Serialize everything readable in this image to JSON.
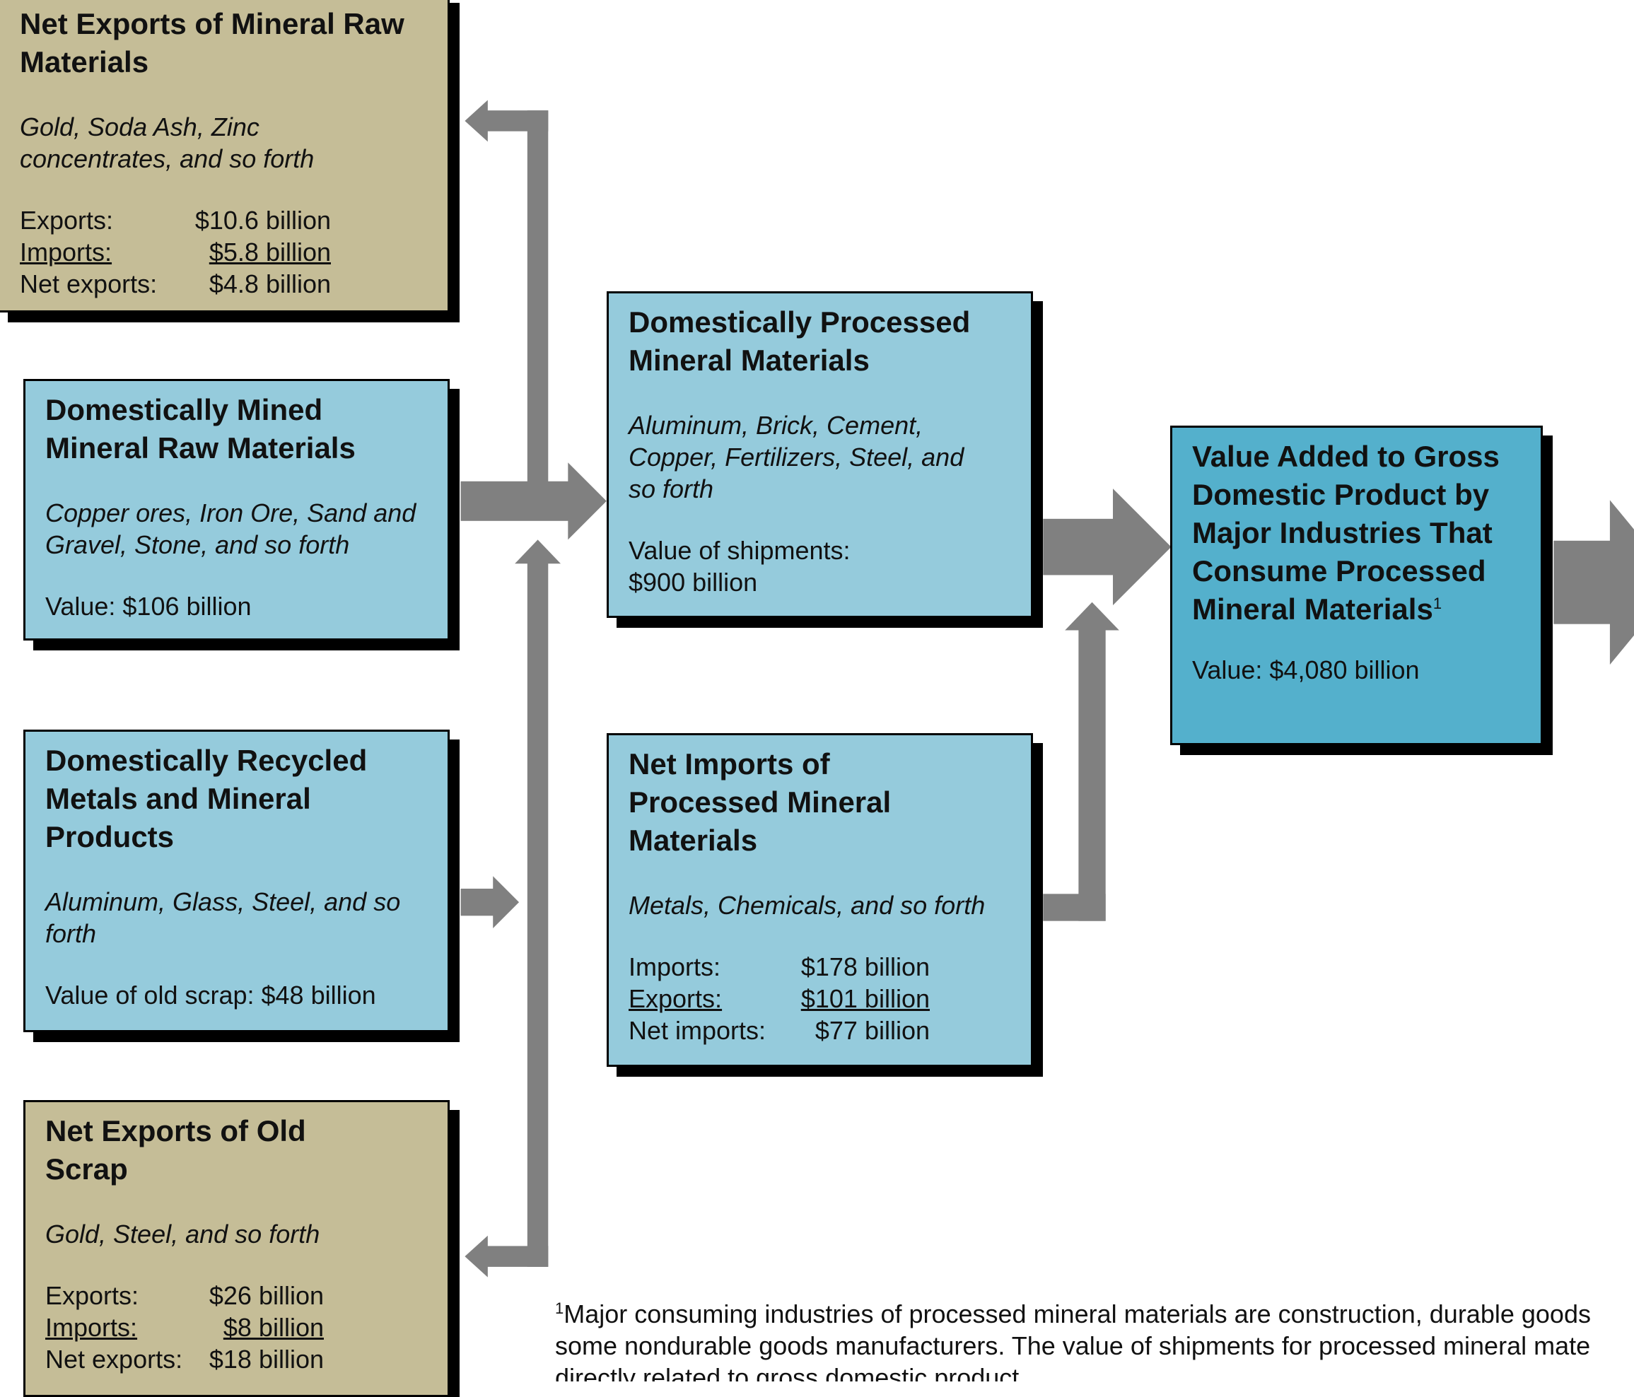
{
  "boxes": {
    "net_exports_raw": {
      "title": "Net Exports of Mineral Raw Materials",
      "desc": "Gold, Soda Ash, Zinc concentrates, and so forth",
      "rows": [
        {
          "label": "Exports:",
          "value": "$10.6 billion"
        },
        {
          "label": "Imports:",
          "value": "$5.8 billion"
        },
        {
          "label": "Net exports:",
          "value": "$4.8 billion"
        }
      ]
    },
    "domestic_mined": {
      "title": "Domestically Mined Mineral Raw Materials",
      "desc": "Copper ores, Iron Ore, Sand and Gravel, Stone, and so forth",
      "value_text": "Value:  $106 billion"
    },
    "domestic_recycled": {
      "title": "Domestically Recycled Metals and Mineral Products",
      "desc": "Aluminum, Glass, Steel, and so forth",
      "value_text": "Value of old scrap:  $48 billion"
    },
    "net_exports_scrap": {
      "title": "Net Exports of Old Scrap",
      "desc": "Gold, Steel, and so forth",
      "rows": [
        {
          "label": "Exports:",
          "value": "$26 billion"
        },
        {
          "label": "Imports:",
          "value": "$8 billion"
        },
        {
          "label": "Net exports:",
          "value": "$18 billion"
        }
      ]
    },
    "domestic_processed": {
      "title": "Domestically Processed Mineral Materials",
      "desc": "Aluminum, Brick, Cement, Copper, Fertilizers, Steel, and so forth",
      "value_label": "Value of shipments:",
      "value": "$900 billion"
    },
    "net_imports_processed": {
      "title": "Net Imports of Processed Mineral Materials",
      "desc": "Metals, Chemicals, and so forth",
      "rows": [
        {
          "label": "Imports:",
          "value": "$178 billion"
        },
        {
          "label": "Exports:",
          "value": "$101 billion"
        },
        {
          "label": "Net imports:",
          "value": "$77 billion"
        }
      ]
    },
    "value_added": {
      "title": "Value Added to Gross Domestic Product by Major Industries That Consume Processed Mineral Materials",
      "footnote_mark": "1",
      "value_text": "Value:  $4,080 billion"
    }
  },
  "footnote": {
    "mark": "1",
    "line1": "Major consuming industries of processed mineral materials are construction, durable goods",
    "line2": "some nondurable goods manufacturers. The value of shipments for processed mineral mate",
    "line3": "directly related to gross domestic product."
  },
  "colors": {
    "tan": "#c5bd97",
    "light_blue": "#95cbdc",
    "teal": "#54b0cc",
    "arrow_gray": "#808080"
  }
}
